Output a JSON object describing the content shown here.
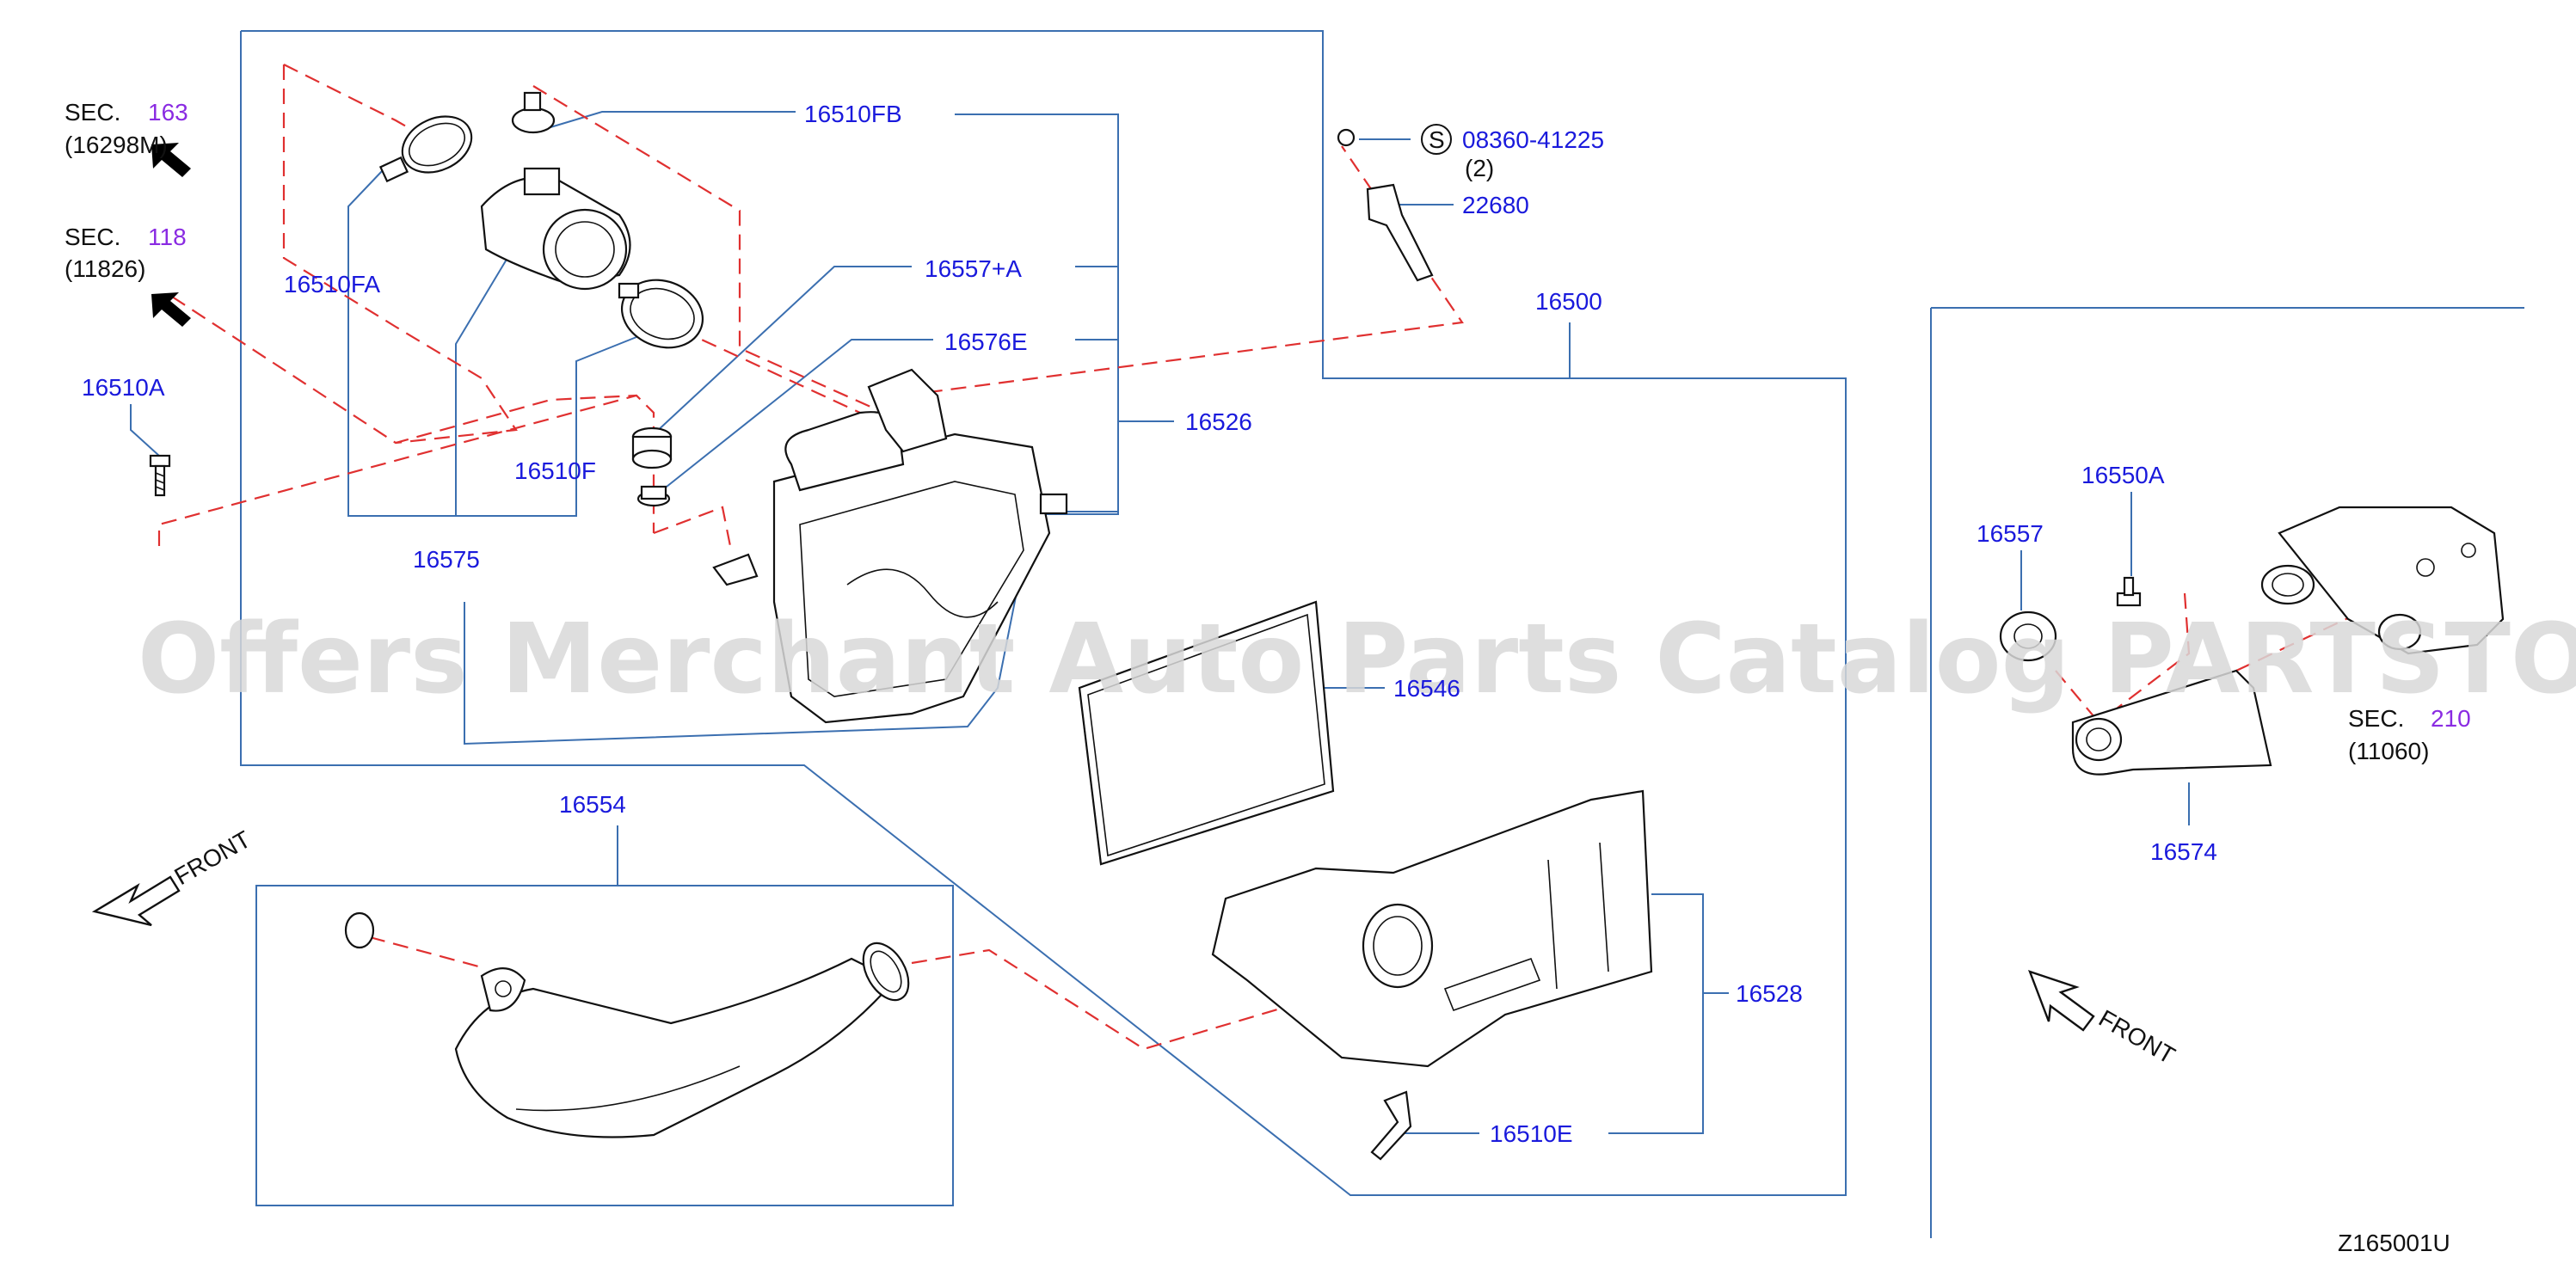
{
  "labels": {
    "p16510FB": "16510FB",
    "p16510FA": "16510FA",
    "p16510F": "16510F",
    "p16510A": "16510A",
    "p16557A": "16557+A",
    "p16576E": "16576E",
    "p16526": "16526",
    "p16575": "16575",
    "p16546": "16546",
    "p16500": "16500",
    "p22680": "22680",
    "p08360": "08360-41225",
    "p08360qty": "(2)",
    "s_symbol": "S",
    "p16554": "16554",
    "p16528": "16528",
    "p16510E": "16510E",
    "p16550A": "16550A",
    "p16557": "16557",
    "p16574": "16574",
    "figure_code": "Z165001U"
  },
  "sections": {
    "sec163": {
      "prefix": "SEC.",
      "num": "163",
      "code": "(16298M)"
    },
    "sec118": {
      "prefix": "SEC.",
      "num": "118",
      "code": "(11826)"
    },
    "sec210": {
      "prefix": "SEC.",
      "num": "210",
      "code": "(11060)"
    }
  },
  "front_left": "FRONT",
  "front_right": "FRONT",
  "watermark": "Offers Merchant Auto Parts Catalog PARTSTORE.SA",
  "colors": {
    "label": "#1a1adc",
    "section": "#8a2be2",
    "leader": "#3b6fb0",
    "dashed": "#e03030"
  }
}
